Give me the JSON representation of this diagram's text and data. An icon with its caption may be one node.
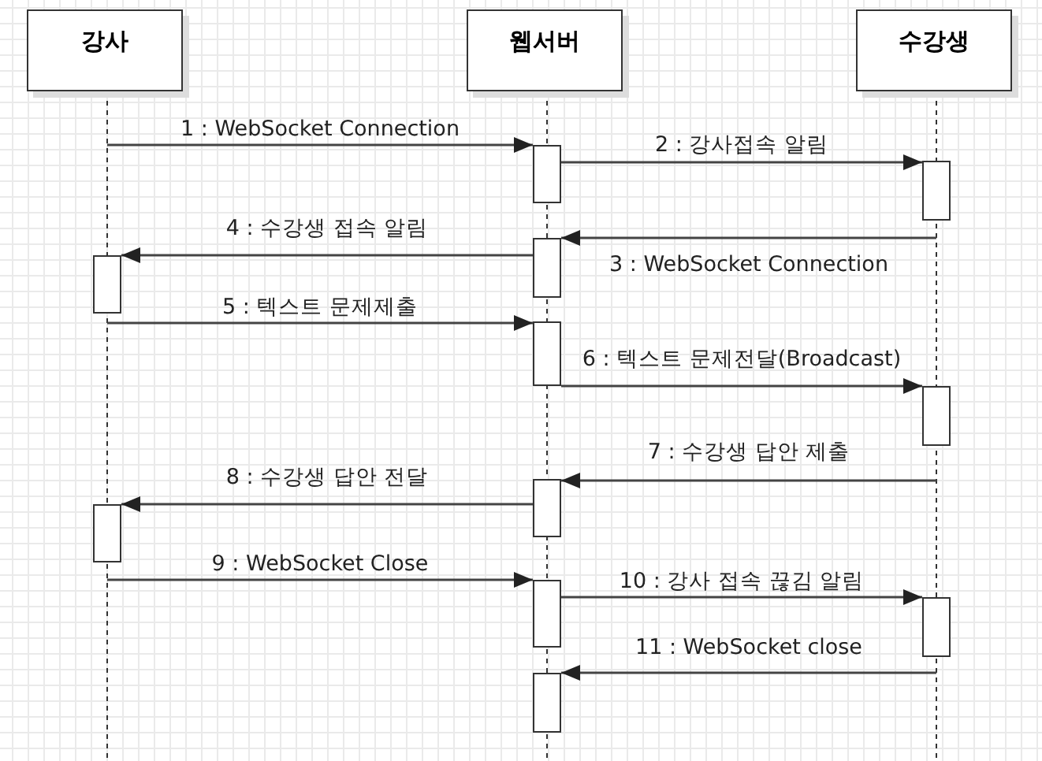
{
  "diagram": {
    "nodes": [
      {
        "text": [
          "강사"
        ]
      },
      {
        "text": [
          "웹서버"
        ]
      },
      {
        "text": [
          "수강생"
        ]
      },
      {
        "text": [],
        "shape": "box"
      },
      {
        "text": [],
        "shape": "box"
      },
      {
        "text": [],
        "shape": "box"
      },
      {
        "text": [],
        "shape": "box"
      },
      {
        "text": [],
        "shape": "box"
      },
      {
        "text": [],
        "shape": "box"
      },
      {
        "text": [],
        "shape": "box"
      },
      {
        "text": [],
        "shape": "box"
      },
      {
        "text": [],
        "shape": "box"
      },
      {
        "text": [],
        "shape": "box"
      },
      {
        "text": [],
        "shape": "box"
      }
    ],
    "edges": [
      {
        "from": null,
        "to": 3,
        "arrow": "to",
        "label": "1 : WebSocket Connection"
      },
      {
        "from": 3,
        "to": 4,
        "arrow": "to",
        "label": "2 : 강사접속 알림"
      },
      {
        "from": 4,
        "to": 5,
        "arrow": "to",
        "label": "3 : WebSocket Connection"
      },
      {
        "from": 5,
        "to": 6,
        "arrow": "to",
        "label": "4 : 수강생 접속 알림"
      },
      {
        "from": 6,
        "to": 7,
        "arrow": "to",
        "label": "5 : 텍스트 문제제출"
      },
      {
        "from": 7,
        "to": 8,
        "arrow": "to",
        "label": "6 : 텍스트 문제전달(Broadcast)"
      },
      {
        "from": null,
        "to": 9,
        "arrow": "to",
        "label": "7 : 수강생 답안 제출"
      },
      {
        "from": 9,
        "to": 10,
        "arrow": "to",
        "label": "8 : 수강생 답안 전달"
      },
      {
        "from": 10,
        "to": 11,
        "arrow": "to",
        "label": "9 : WebSocket Close"
      },
      {
        "from": 11,
        "to": 12,
        "arrow": "to",
        "label": "10 : 강사 접속 끊김 알림"
      },
      {
        "from": 12,
        "to": 13,
        "arrow": "to",
        "label": "11 : WebSocket close"
      }
    ]
  }
}
